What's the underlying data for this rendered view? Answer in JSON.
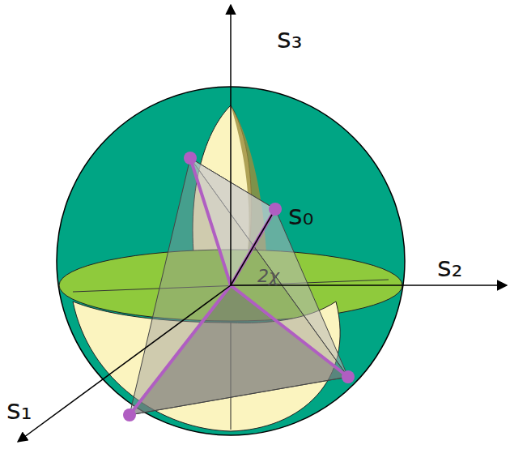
{
  "diagram": {
    "labels": [
      "s₃",
      "s₀",
      "s₂",
      "s₁",
      "2χ"
    ]
  }
}
